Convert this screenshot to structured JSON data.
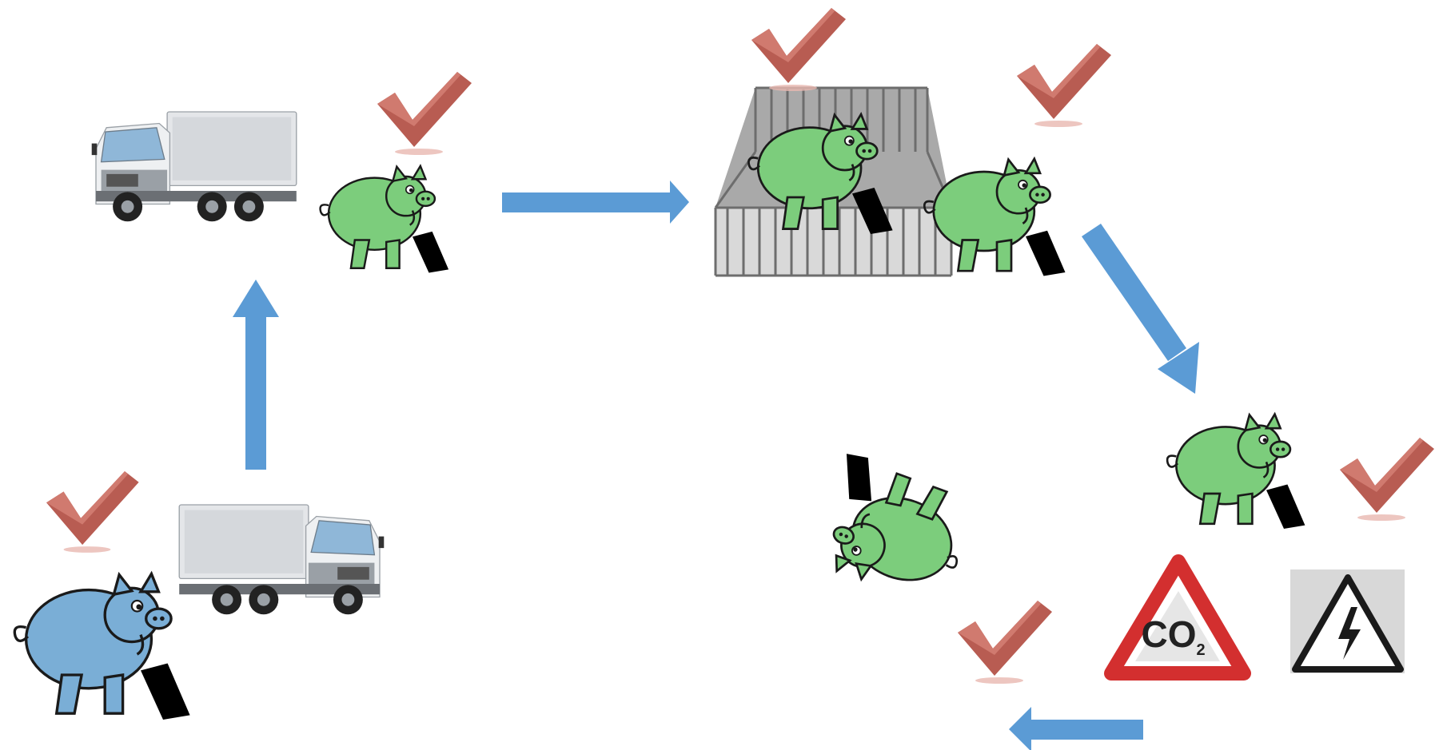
{
  "diagram": {
    "steps": [
      {
        "step": "farm-loading",
        "pig_color": "blue",
        "checked": true
      },
      {
        "step": "transport-unloading",
        "pig_color": "green",
        "checked": true
      },
      {
        "step": "lairage-pen",
        "pig_color": "green",
        "checked": true
      },
      {
        "step": "drive-to-stunning",
        "pig_color": "green",
        "checked": true
      },
      {
        "step": "stunning",
        "pig_color": "green",
        "checked": true
      },
      {
        "step": "stunned",
        "pig_color": "green",
        "checked": true
      }
    ],
    "stunning_methods": {
      "co2_sign": {
        "main": "CO",
        "subscript": "2"
      },
      "electric_sign": {
        "icon": "high-voltage-icon"
      }
    },
    "icons": [
      "check-icon",
      "truck-icon",
      "pig-icon",
      "pen-icon",
      "arrow-icon",
      "co2-warning-icon",
      "high-voltage-icon"
    ],
    "colors": {
      "arrow": "#5b9bd5",
      "pig_green": "#7ccd7c",
      "pig_blue": "#7aaed6",
      "check": "#b85c52",
      "sign_red": "#d32f2f"
    }
  }
}
